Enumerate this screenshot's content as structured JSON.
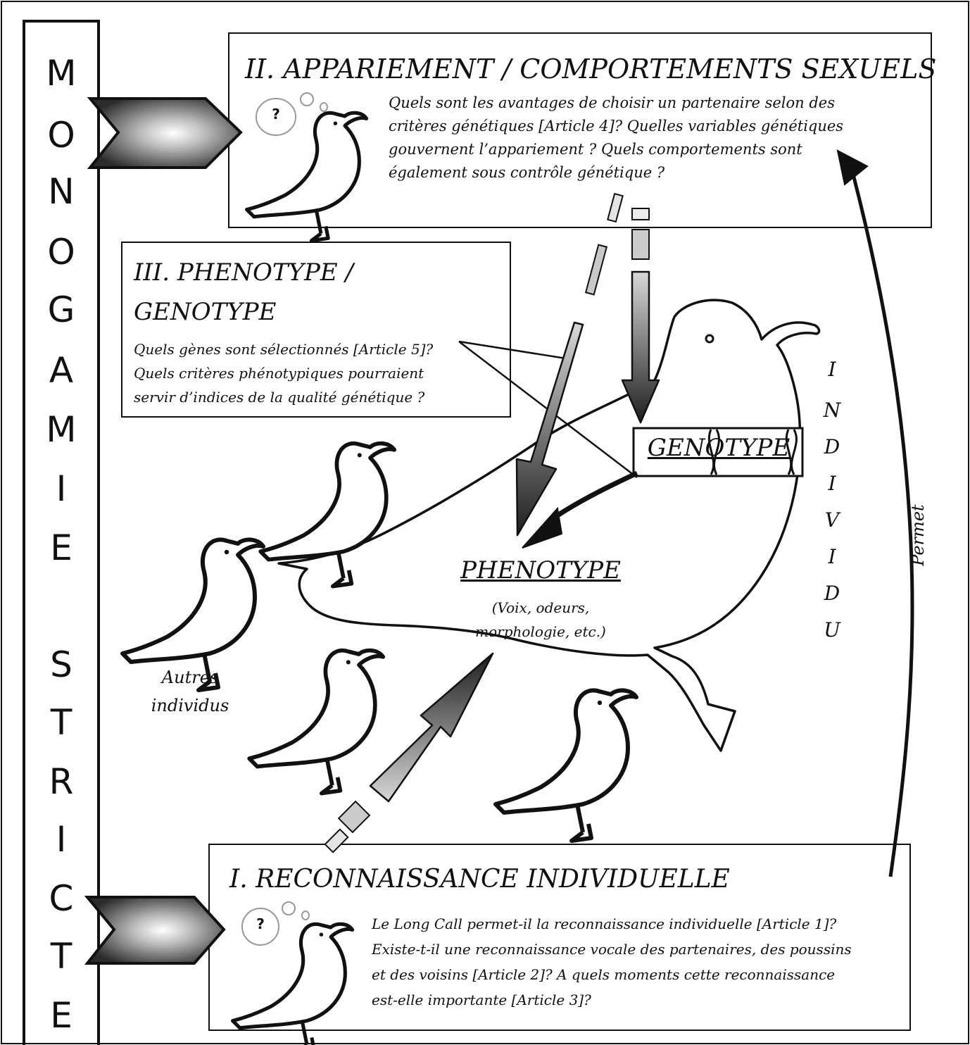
{
  "sidebar": {
    "letters": [
      "M",
      "O",
      "N",
      "O",
      "G",
      "A",
      "M",
      "I",
      "E",
      "S",
      "T",
      "R",
      "I",
      "C",
      "T",
      "E"
    ]
  },
  "box_appariement": {
    "title": "II. APPARIEMENT / COMPORTEMENTS SEXUELS",
    "lines": [
      "Quels sont les avantages de choisir un partenaire selon des",
      "critères génétiques [Article 4]? Quelles variables génétiques",
      "gouvernent l’appariement ? Quels comportements sont",
      "également sous contrôle génétique ?"
    ],
    "thought": "?"
  },
  "box_phenotype": {
    "title_line1": "III.  PHENOTYPE /",
    "title_line2": "GENOTYPE",
    "lines": [
      "Quels gènes sont sélectionnés [Article 5]?",
      "Quels critères phénotypiques pourraient",
      "servir d’indices de la qualité génétique ?"
    ]
  },
  "box_reconnaissance": {
    "title": "I. RECONNAISSANCE INDIVIDUELLE",
    "lines": [
      "Le Long Call permet-il la reconnaissance individuelle [Article 1]?",
      "Existe-t-il une reconnaissance vocale des partenaires, des poussins",
      "et des voisins [Article 2]? A quels moments cette reconnaissance",
      "est-elle importante [Article 3]?"
    ],
    "thought": "?"
  },
  "bird": {
    "genotype_label": "GENOTYPE",
    "phenotype_label": "PHENOTYPE",
    "phenotype_detail_line1": "(Voix, odeurs,",
    "phenotype_detail_line2": "morphologie, etc.)",
    "individu_letters": [
      "I",
      "N",
      "D",
      "I",
      "V",
      "I",
      "D",
      "U"
    ]
  },
  "others_label_line1": "Autres",
  "others_label_line2": "individus",
  "permet_label": "Permet",
  "colors": {
    "ink": "#111111",
    "arrow_light": "#d0d0d0",
    "arrow_dark": "#2a2a2a"
  }
}
